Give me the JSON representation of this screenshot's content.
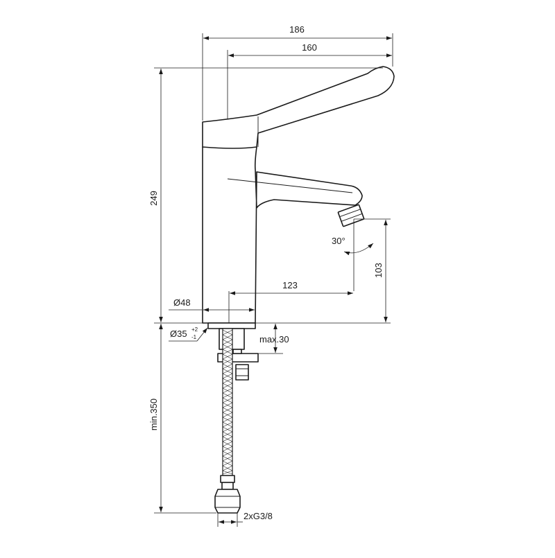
{
  "diagram": {
    "labels": {
      "overall_width": "186",
      "handle_reach": "160",
      "overall_height": "249",
      "spout_height": "103",
      "spout_reach": "123",
      "body_diameter": "Ø48",
      "hole_diameter": "Ø35",
      "hole_tol_upper": "+2",
      "hole_tol_lower": "-1",
      "deck_thickness": "max.30",
      "hose_length": "min.350",
      "connection": "2xG3/8",
      "swivel_angle": "30°"
    }
  },
  "colors": {
    "line": "#1a1a1a",
    "background": "#ffffff"
  }
}
